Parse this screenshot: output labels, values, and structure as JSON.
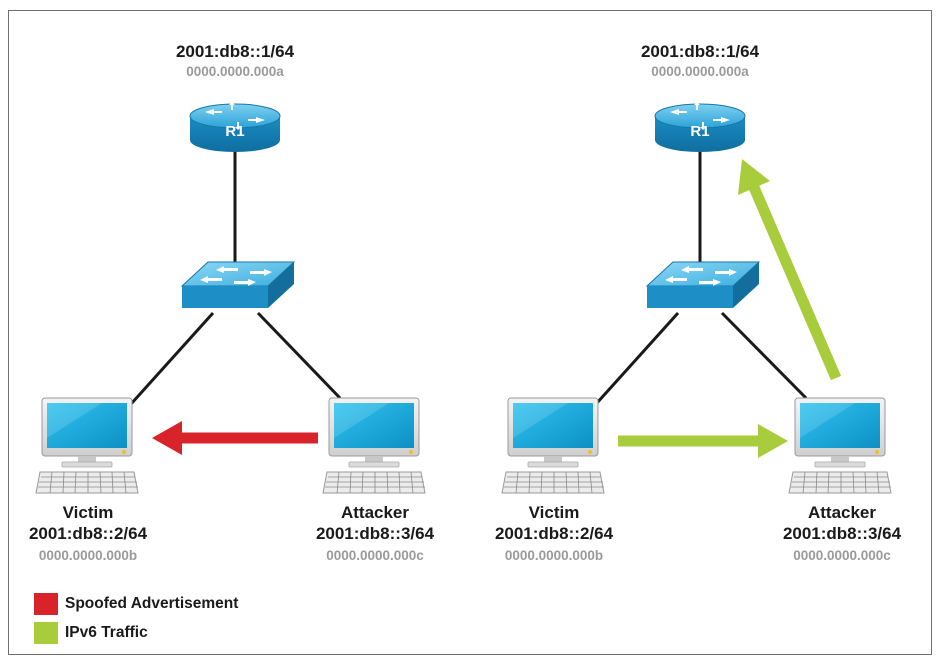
{
  "colors": {
    "spoofed": "#d8232a",
    "traffic": "#a8cc3c",
    "device_blue": "#1e8fc6",
    "line": "#1a1a1a"
  },
  "left": {
    "router": {
      "ip": "2001:db8::1/64",
      "mac": "0000.0000.000a",
      "name": "R1"
    },
    "victim": {
      "name": "Victim",
      "ip": "2001:db8::2/64",
      "mac": "0000.0000.000b"
    },
    "attacker": {
      "name": "Attacker",
      "ip": "2001:db8::3/64",
      "mac": "0000.0000.000c"
    }
  },
  "right": {
    "router": {
      "ip": "2001:db8::1/64",
      "mac": "0000.0000.000a",
      "name": "R1"
    },
    "victim": {
      "name": "Victim",
      "ip": "2001:db8::2/64",
      "mac": "0000.0000.000b"
    },
    "attacker": {
      "name": "Attacker",
      "ip": "2001:db8::3/64",
      "mac": "0000.0000.000c"
    }
  },
  "legend": [
    {
      "label": "Spoofed Advertisement",
      "color": "#d8232a"
    },
    {
      "label": "IPv6 Traffic",
      "color": "#a8cc3c"
    }
  ]
}
